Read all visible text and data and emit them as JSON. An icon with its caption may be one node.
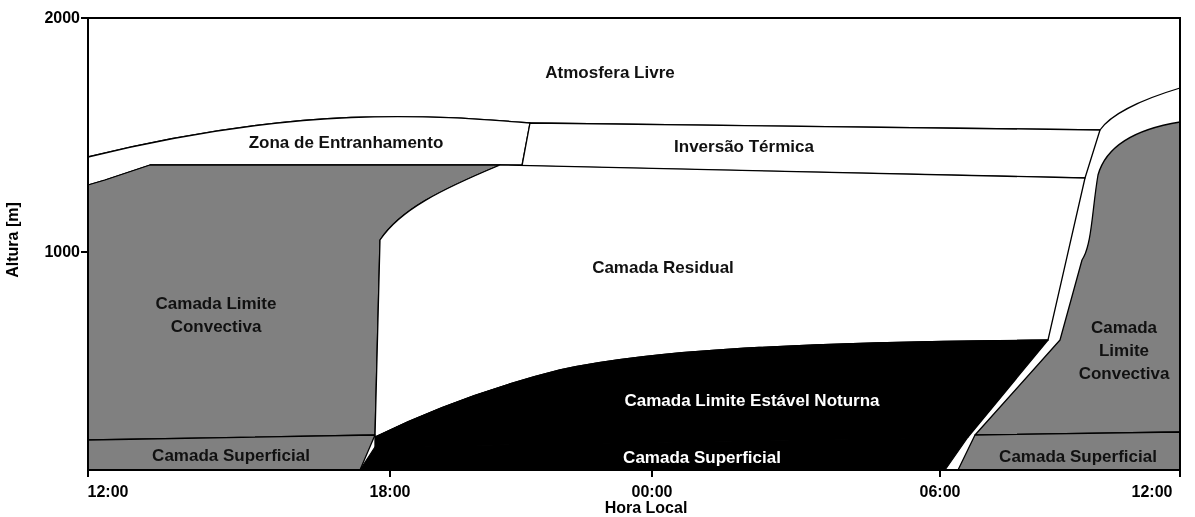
{
  "diagram": {
    "nodes": [
      {
        "text": [
          "Atmosfera Livre"
        ]
      },
      {
        "text": [
          "Zona de Entranhamento"
        ]
      },
      {
        "text": [
          "Inversão Térmica"
        ]
      },
      {
        "text": [
          "Camada Limite Convectiva"
        ]
      },
      {
        "text": [
          "Camada Residual"
        ]
      },
      {
        "text": [
          "Camada Limite Convectiva"
        ]
      },
      {
        "text": [
          "Camada Limite Estável Noturna"
        ]
      },
      {
        "text": [
          "Camada Superficial"
        ]
      },
      {
        "text": [
          "Camada Superficial"
        ]
      },
      {
        "text": [
          "Camada Superficial"
        ]
      }
    ],
    "labels": [
      "2000",
      "1000",
      "Altura [m]",
      "12:00",
      "18:00",
      "00:00",
      "06:00",
      "12:00",
      "Hora Local"
    ]
  }
}
